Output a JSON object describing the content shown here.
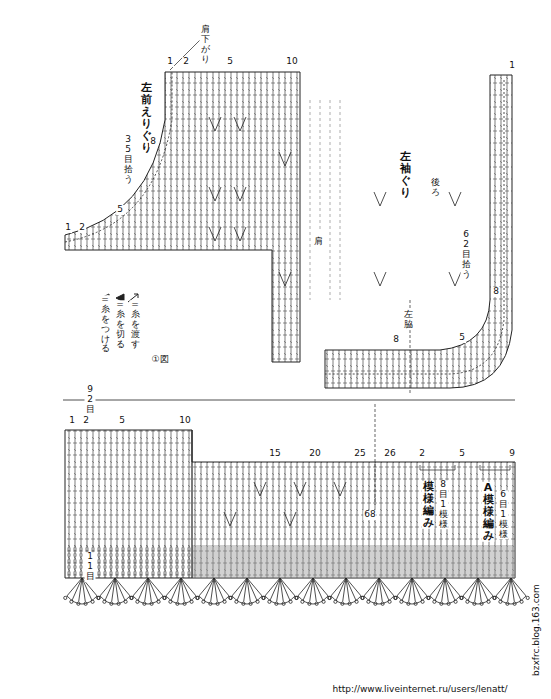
{
  "diagram": {
    "labels": [
      "肩下がり",
      "左前えりぐり",
      "35目拾う",
      "1",
      "2",
      "5",
      "10",
      "8",
      "5",
      "2",
      "1",
      "肩",
      "左袖ぐり",
      "後ろ",
      "62目拾う",
      "左脇",
      "1",
      "8",
      "5",
      "8",
      "①図",
      "92目",
      "1",
      "2",
      "5",
      "10",
      "15",
      "20",
      "25",
      "26",
      "2",
      "5",
      "9",
      "68",
      "模様編み",
      "8目1模様",
      "A模様編み",
      "6目1模様",
      "11目",
      "bzxfrc.blog.163.com",
      "http://www.liveinternet.ru/users/lenatt/"
    ],
    "legend": [
      {
        "text": "=糸をつける"
      },
      {
        "text": "=糸を切る"
      },
      {
        "text": "=糸を渡す"
      }
    ]
  }
}
